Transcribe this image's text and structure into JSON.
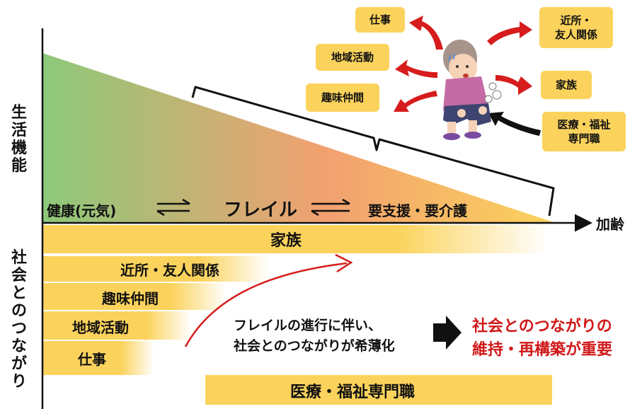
{
  "axes": {
    "y_top_label": "生活機能",
    "y_bottom_label": "社会とのつながり",
    "x_label": "加齢"
  },
  "phases": {
    "healthy": "健康(元気)",
    "frail": "フレイル",
    "care": "要支援・要介護"
  },
  "bands": [
    {
      "label": "家族"
    },
    {
      "label": "近所・友人関係"
    },
    {
      "label": "趣味仲間"
    },
    {
      "label": "地域活動"
    },
    {
      "label": "仕事"
    },
    {
      "label": "医療・福祉専門職"
    }
  ],
  "center_message": {
    "line1": "フレイルの進行に伴い、",
    "line2": "社会とのつながりが希薄化"
  },
  "result_message": {
    "line1": "社会とのつながりの",
    "line2": "維持・再構築が重要"
  },
  "top_boxes": {
    "work": "仕事",
    "community": "地域活動",
    "hobby": "趣味仲間",
    "neighbor_line1": "近所・",
    "neighbor_line2": "友人関係",
    "family": "家族",
    "medical_line1": "医療・福祉",
    "medical_line2": "専門職"
  },
  "colors": {
    "healthy_green": "#8cc97a",
    "frail_orange": "#f2a070",
    "care_yellow": "#fbd35c",
    "band_yellow": "#fbd35c",
    "arrow_red": "#d61c1c",
    "emphasis_red": "#d01818"
  }
}
